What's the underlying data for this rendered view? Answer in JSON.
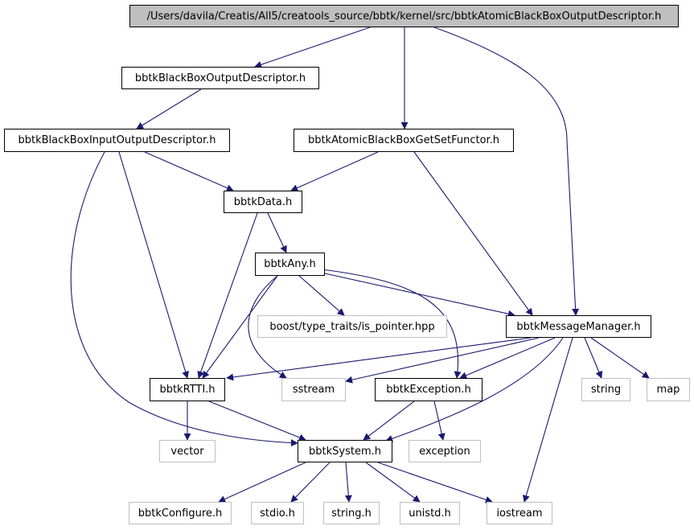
{
  "colors": {
    "edge": "#191970",
    "root_fill": "#bfbfbf",
    "external_border": "#bfbfbf",
    "node_border": "#000000"
  },
  "nodes": {
    "root": "/Users/davila/Creatis/All5/creatools_source/bbtk/kernel/src/bbtkAtomicBlackBoxOutputDescriptor.h",
    "bbOutDesc": "bbtkBlackBoxOutputDescriptor.h",
    "bbInOutDesc": "bbtkBlackBoxInputOutputDescriptor.h",
    "getSet": "bbtkAtomicBlackBoxGetSetFunctor.h",
    "data": "bbtkData.h",
    "any": "bbtkAny.h",
    "boostPtr": "boost/type_traits/is_pointer.hpp",
    "msgMgr": "bbtkMessageManager.h",
    "rtti": "bbtkRTTI.h",
    "sstream": "sstream",
    "exception": "bbtkException.h",
    "stringStd": "string",
    "map": "map",
    "vector": "vector",
    "system": "bbtkSystem.h",
    "exceptionStd": "exception",
    "configure": "bbtkConfigure.h",
    "stdio": "stdio.h",
    "stringH": "string.h",
    "unistd": "unistd.h",
    "iostream": "iostream"
  }
}
